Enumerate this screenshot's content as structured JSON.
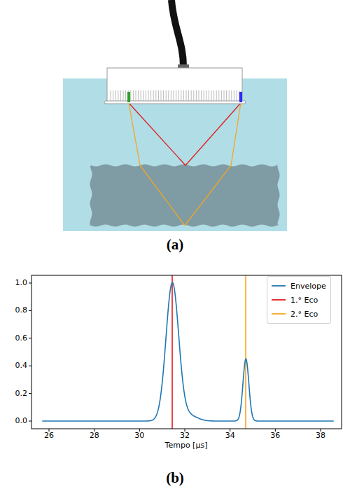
{
  "diagram": {
    "labels": [
      "(a)",
      "(b)",
      "1.0",
      "0.8",
      "0.6",
      "0.4",
      "0.2",
      "0.0",
      "26",
      "28",
      "30",
      "32",
      "34",
      "36",
      "38",
      "Tempo [μs]"
    ],
    "legend": [
      {
        "text": "Envelope"
      },
      {
        "text": "1.° Eco"
      },
      {
        "text": "2.° Eco"
      }
    ]
  }
}
